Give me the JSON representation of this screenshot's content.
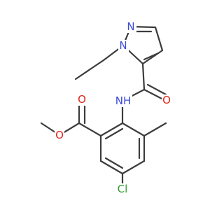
{
  "molecule": {
    "atom_labels": {
      "pyrazole_n2": "N",
      "pyrazole_n1": "N",
      "amide_nh": "NH",
      "amide_o": "O",
      "ester_carbonyl_o": "O",
      "ester_ether_o": "O",
      "chloro": "Cl"
    },
    "colors": {
      "bond": "#3c3c3c",
      "nitrogen": "#3b4bd6",
      "oxygen": "#e0241b",
      "chlorine": "#2e9e2e"
    }
  }
}
